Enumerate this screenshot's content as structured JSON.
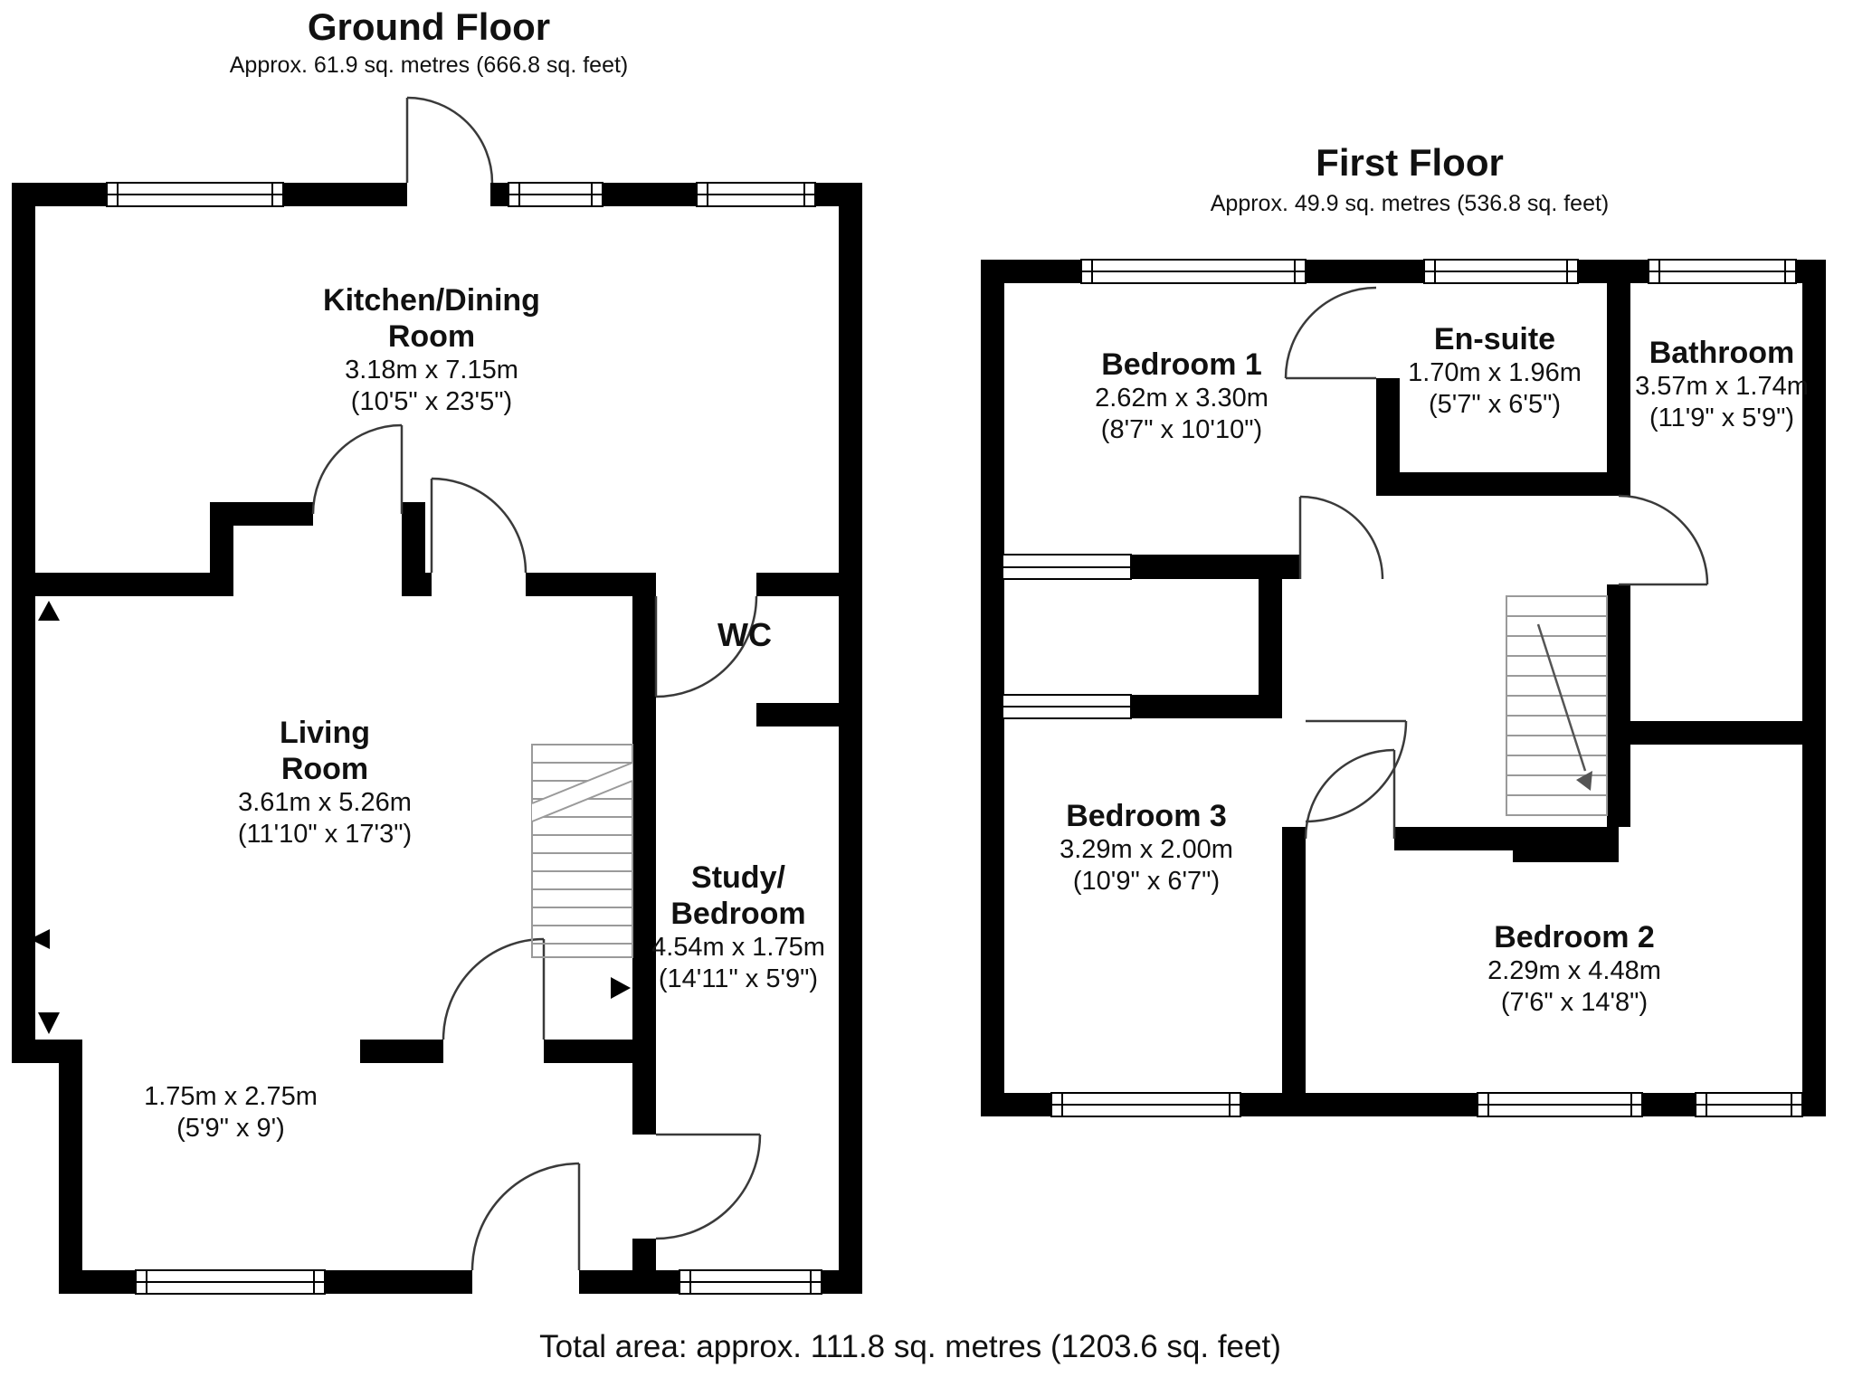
{
  "ground_floor": {
    "title": "Ground Floor",
    "subtitle": "Approx. 61.9 sq. metres (666.8 sq. feet)",
    "rooms": {
      "kitchen": {
        "name": "Kitchen/Dining\nRoom",
        "metric": "3.18m x 7.15m",
        "imperial": "(10'5\" x 23'5\")"
      },
      "living": {
        "name": "Living\nRoom",
        "metric": "3.61m x 5.26m",
        "imperial": "(11'10\" x 17'3\")"
      },
      "wc": {
        "name": "WC"
      },
      "study": {
        "name": "Study/\nBedroom",
        "metric": "4.54m x 1.75m",
        "imperial": "(14'11\" x 5'9\")"
      },
      "hall": {
        "metric": "1.75m x 2.75m",
        "imperial": "(5'9\" x 9')"
      }
    }
  },
  "first_floor": {
    "title": "First Floor",
    "subtitle": "Approx. 49.9 sq. metres (536.8 sq. feet)",
    "rooms": {
      "bedroom1": {
        "name": "Bedroom 1",
        "metric": "2.62m x 3.30m",
        "imperial": "(8'7\" x 10'10\")"
      },
      "ensuite": {
        "name": "En-suite",
        "metric": "1.70m x 1.96m",
        "imperial": "(5'7\" x 6'5\")"
      },
      "bathroom": {
        "name": "Bathroom",
        "metric": "3.57m x 1.74m",
        "imperial": "(11'9\" x 5'9\")"
      },
      "bedroom3": {
        "name": "Bedroom 3",
        "metric": "3.29m x 2.00m",
        "imperial": "(10'9\" x 6'7\")"
      },
      "bedroom2": {
        "name": "Bedroom 2",
        "metric": "2.29m x 4.48m",
        "imperial": "(7'6\" x 14'8\")"
      }
    }
  },
  "footer": {
    "total": "Total area: approx. 111.8 sq. metres (1203.6 sq. feet)"
  },
  "colors": {
    "wall": "#000000",
    "door_arc": "#3a3a3a",
    "stairs": "#9a9a9a",
    "background": "#ffffff"
  }
}
